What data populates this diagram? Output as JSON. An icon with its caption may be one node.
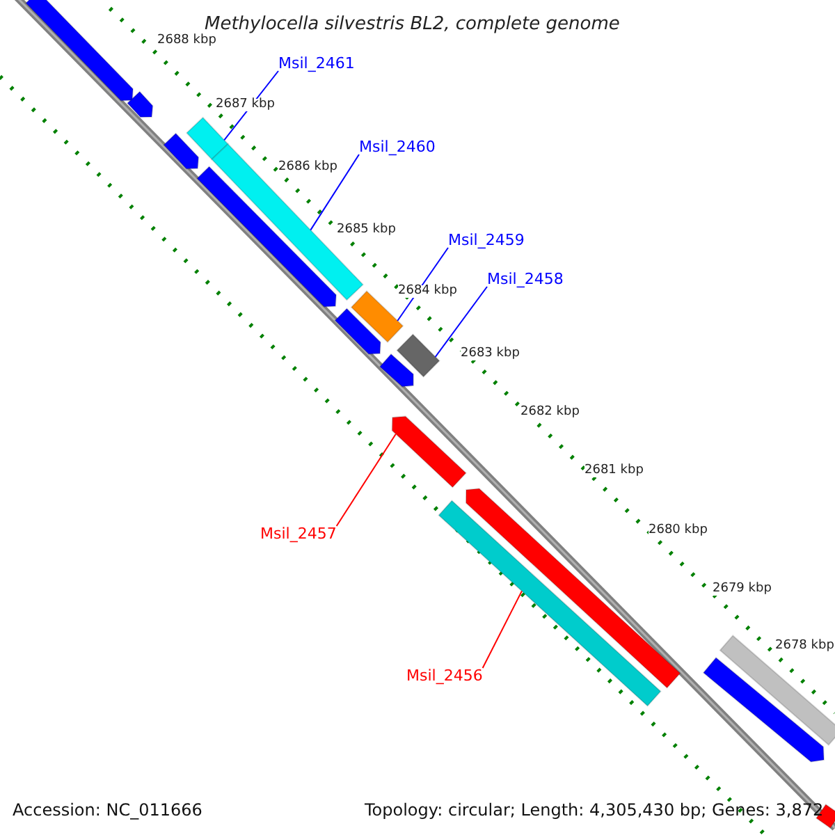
{
  "diagram": {
    "title": "Methylocella silvestris BL2, complete genome",
    "nodes": [
      {
        "text": [
          "Msil_2461"
        ]
      },
      {
        "text": [
          "Msil_2460"
        ]
      },
      {
        "text": [
          "Msil_2459"
        ]
      },
      {
        "text": [
          "Msil_2458"
        ]
      },
      {
        "text": [
          "Msil_2457"
        ]
      },
      {
        "text": [
          "Msil_2456"
        ]
      },
      {
        "text": [],
        "shape": "bar"
      },
      {
        "text": [],
        "shape": "bar"
      },
      {
        "text": [],
        "shape": "bar"
      },
      {
        "text": [],
        "shape": "bar"
      },
      {
        "text": [],
        "shape": "bar"
      },
      {
        "text": [],
        "shape": "bar"
      },
      {
        "text": [],
        "shape": "bar"
      },
      {
        "text": [],
        "shape": "bar"
      },
      {
        "text": [],
        "shape": "bar"
      },
      {
        "text": [],
        "shape": "bar"
      },
      {
        "text": [],
        "shape": "bar"
      },
      {
        "text": [],
        "shape": "bar"
      },
      {
        "text": [],
        "shape": "bar"
      },
      {
        "text": [],
        "shape": "bar"
      },
      {
        "text": [],
        "shape": "bar"
      },
      {
        "text": [],
        "shape": "bar"
      }
    ],
    "edges": [
      {
        "from": 0,
        "to": 6,
        "arrow": "none"
      },
      {
        "from": 1,
        "to": 7,
        "arrow": "none"
      },
      {
        "from": 2,
        "to": 8,
        "arrow": "none"
      },
      {
        "from": 3,
        "to": 9,
        "arrow": "none"
      },
      {
        "from": 4,
        "to": 10,
        "arrow": "none",
        "color": "#ff0000"
      },
      {
        "from": 5,
        "to": 11,
        "arrow": "none",
        "color": "#ff0000"
      }
    ],
    "labels": [
      "2688 kbp",
      "2687 kbp",
      "2686 kbp",
      "2685 kbp",
      "2684 kbp",
      "2683 kbp",
      "2682 kbp",
      "2681 kbp",
      "2680 kbp",
      "2679 kbp",
      "2678 kbp",
      "Accession: NC_011666",
      "Topology: circular; Length: 4,305,430 bp; Genes: 3,872"
    ]
  }
}
